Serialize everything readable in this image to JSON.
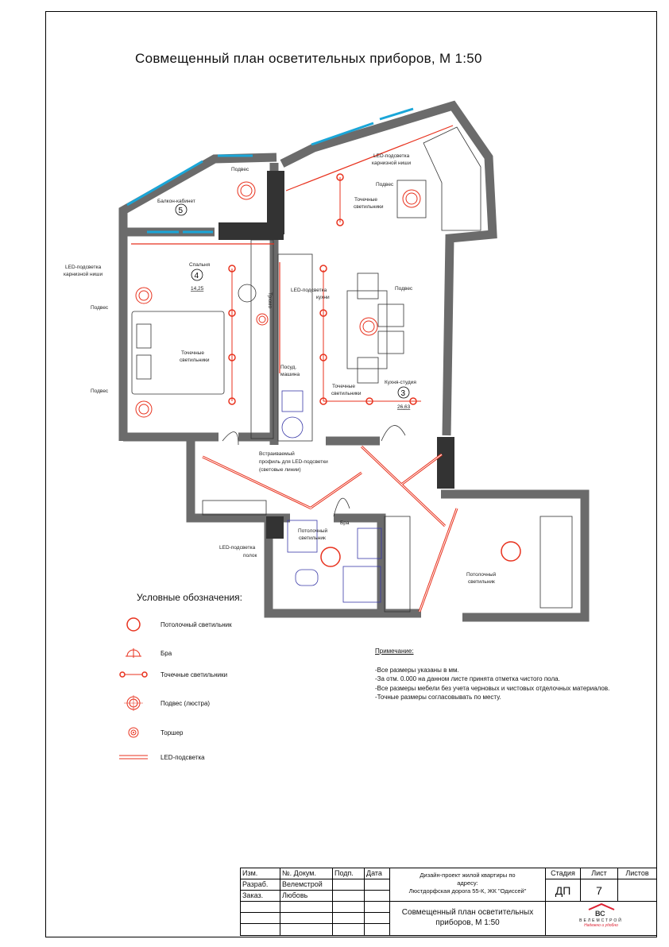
{
  "title": "Совмещенный план осветительных приборов, М 1:50",
  "plan": {
    "rooms": [
      {
        "name": "Балкон-кабинет",
        "number": "5"
      },
      {
        "name": "Спальня",
        "number": "4",
        "area": "14,25"
      },
      {
        "name": "Кухня-студия",
        "number": "3",
        "area": "26,63"
      }
    ],
    "labels": {
      "pendant": "Подвес",
      "led_niche_1": "LED-подсветка",
      "led_niche_2": "карнизной ниши",
      "spots_1": "Точечные",
      "spots_2": "светильники",
      "led_kitchen_1": "LED-подсветка",
      "led_kitchen_2": "кухни",
      "dishwasher_1": "Посуд.",
      "dishwasher_2": "машина",
      "trumo": "Трюмо",
      "profile_1": "Встраиваемый",
      "profile_2": "профиль для LED-подсветки",
      "profile_3": "(световые линии)",
      "led_shelves_1": "LED-подсветка",
      "led_shelves_2": "полок",
      "ceiling_1": "Потолочный",
      "ceiling_2": "светильник",
      "sconce": "Бра"
    },
    "colors": {
      "wall": "#6b6b6b",
      "dark": "#333333",
      "light": "#e8321e",
      "window": "#1aa6d8",
      "plumbing": "#3a3aa8"
    }
  },
  "legend": {
    "title": "Условные обозначения:",
    "items": [
      {
        "icon": "ceiling-light-icon",
        "label": "Потолочный светильник"
      },
      {
        "icon": "sconce-icon",
        "label": "Бра"
      },
      {
        "icon": "spot-lights-icon",
        "label": "Точечные светильники"
      },
      {
        "icon": "pendant-icon",
        "label": "Подвес (люстра)"
      },
      {
        "icon": "floor-lamp-icon",
        "label": "Торшер"
      },
      {
        "icon": "led-strip-icon",
        "label": "LED-подсветка"
      }
    ]
  },
  "notes": {
    "heading": "Примечание:",
    "lines": [
      "-Все размеры указаны в мм.",
      "-За отм. 0.000 на данном листе принята отметка чистого пола.",
      "-Все размеры мебели без учета  черновых и чистовых отделочных материалов.",
      "-Точные размеры согласовывать по месту."
    ]
  },
  "title_block": {
    "headers": [
      "Изм.",
      "№. Докум.",
      "Подп.",
      "Дата"
    ],
    "rows": [
      [
        "Разраб.",
        "Велемстрой"
      ],
      [
        "Заказ.",
        "Любовь"
      ]
    ],
    "project_1": "Дизайн-проект жилой квартиры по",
    "project_2": "адресу:",
    "project_3": "Люстдорфская дорога 55-К, ЖК \"Одиссей\"",
    "sheet_title_1": "Совмещенный план осветительных",
    "sheet_title_2": "приборов, М 1:50",
    "stage_label": "Стадия",
    "sheet_label": "Лист",
    "sheets_label": "Листов",
    "stage": "ДП",
    "sheet": "7",
    "sheets": "",
    "logo_text": "ВЕЛЕМСТРОЙ",
    "logo_slogan": "Надежно и удобно"
  }
}
